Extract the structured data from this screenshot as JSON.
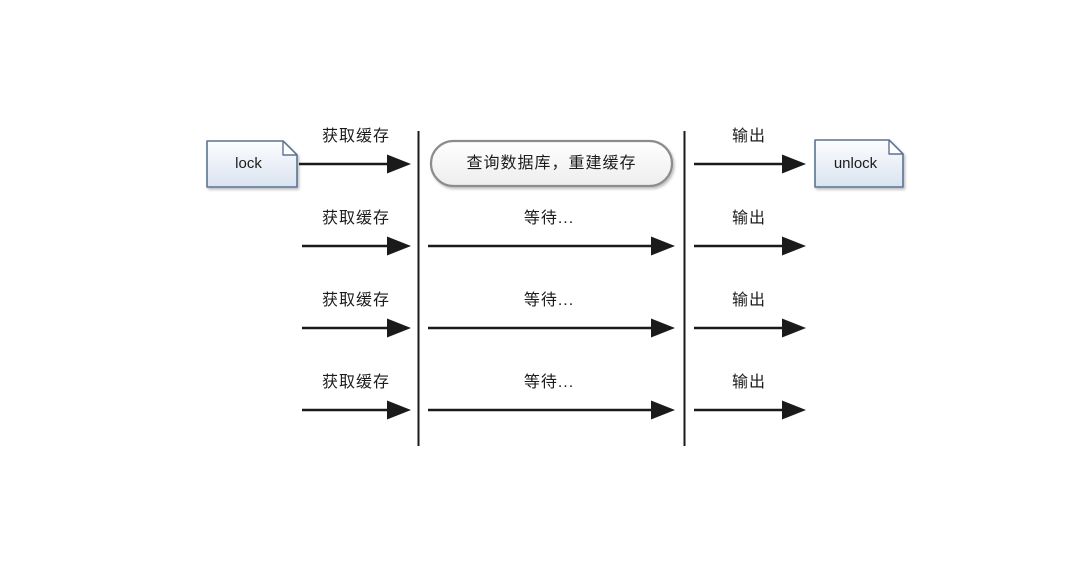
{
  "diagram": {
    "lock_node": {
      "label": "lock"
    },
    "unlock_node": {
      "label": "unlock"
    },
    "process_node": {
      "label": "查询数据库，重建缓存"
    },
    "row1": {
      "left_label": "获取缓存",
      "right_label": "输出"
    },
    "wait_rows": [
      {
        "left_label": "获取缓存",
        "mid_label": "等待...",
        "right_label": "输出"
      },
      {
        "left_label": "获取缓存",
        "mid_label": "等待...",
        "right_label": "输出"
      },
      {
        "left_label": "获取缓存",
        "mid_label": "等待...",
        "right_label": "输出"
      }
    ],
    "colors": {
      "line": "#1a1a1a",
      "text": "#1c1c1c",
      "note_border": "#5c7392",
      "note_fill_top": "#fcfdfe",
      "note_fill_bottom": "#d9e3f0",
      "process_border": "#8c8c8c",
      "process_fill_top": "#ffffff",
      "process_fill_bottom": "#ededed"
    }
  }
}
